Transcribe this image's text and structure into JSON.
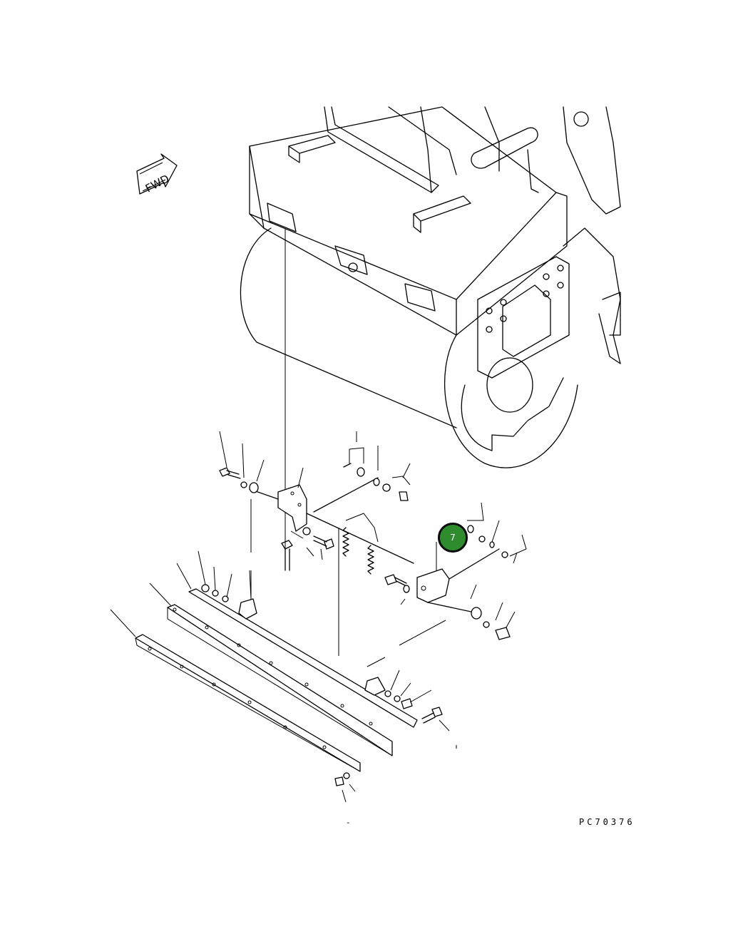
{
  "fwd_label": "FWD",
  "drawing_code": "PC70376",
  "footer_mark": "-",
  "callout": {
    "number": "7",
    "color": "#2e8b2e"
  },
  "icons": [
    "fwd-arrow-icon"
  ]
}
